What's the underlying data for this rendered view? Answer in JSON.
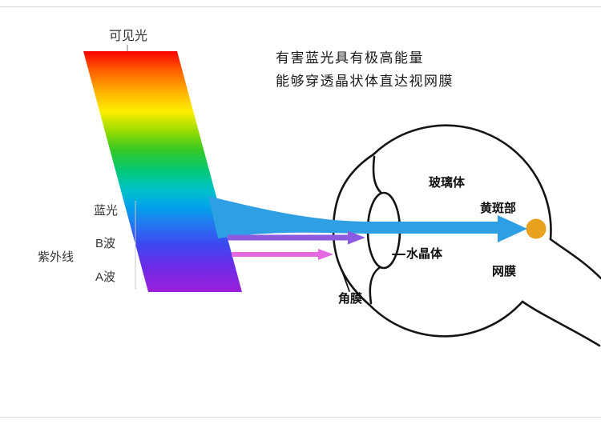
{
  "canvas": {
    "bg": "#ffffff",
    "frame_line_color": "#d9d9d9"
  },
  "headline": {
    "line1": "有害蓝光具有极高能量",
    "line2": "能够穿透晶状体直达视网膜"
  },
  "spectrum": {
    "label": "可见光",
    "stops": [
      "#fb0000",
      "#ff5f00",
      "#ffb300",
      "#fdee00",
      "#9bdc00",
      "#35c825",
      "#00c87a",
      "#00c4c4",
      "#00a6e8",
      "#2377f0",
      "#3b49f0",
      "#6a2ce8",
      "#9b1fd8"
    ],
    "side_labels": {
      "blue": "蓝光",
      "b_wave": "B波",
      "a_wave": "A波",
      "uv": "紫外线"
    }
  },
  "rays": {
    "blue_color": "#2E9FE2",
    "b_wave_color": "#8A5BE0",
    "a_wave_color": "#E468E0"
  },
  "eye": {
    "labels": {
      "vitreous": "玻璃体",
      "macula": "黄斑部",
      "lens": "水晶体",
      "retina": "网膜",
      "cornea": "角膜"
    },
    "macula_color": "#E8A21D",
    "outline_color": "#141414"
  }
}
